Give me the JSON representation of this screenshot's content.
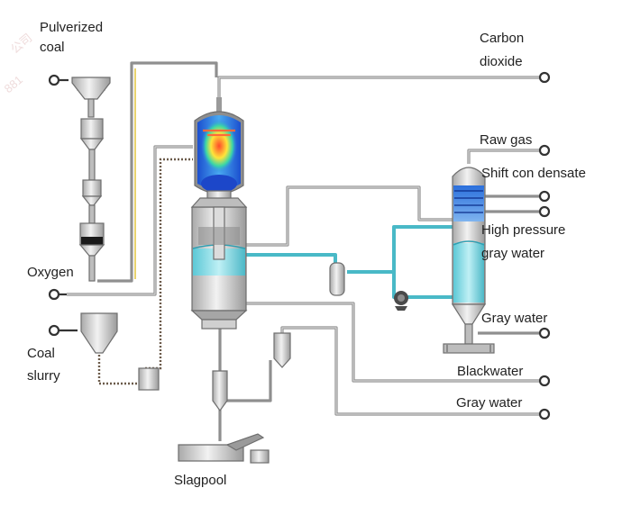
{
  "labels": {
    "pulverized_coal": [
      "Pulverized",
      "coal"
    ],
    "carbon_dioxide": [
      "Carbon",
      "dioxide"
    ],
    "raw_gas": "Raw gas",
    "shift_condensate": "Shift con densate",
    "high_pressure_gray_water": [
      "High pressure",
      "gray water"
    ],
    "oxygen": "Oxygen",
    "gray_water_top": "Gray water",
    "coal_slurry": [
      "Coal",
      "slurry"
    ],
    "blackwater": "Blackwater",
    "gray_water_bottom": "Gray water",
    "slagpool": "Slagpool"
  },
  "watermark": [
    "公司",
    "881"
  ],
  "colors": {
    "pipe": "#8f8f8f",
    "teal_water": "#49b9c7",
    "coal_line": "#e2c84a",
    "vessel_gray": "#c9c9c9",
    "flame_blue": "#1e63d6",
    "flame_red": "#e53b2b"
  }
}
